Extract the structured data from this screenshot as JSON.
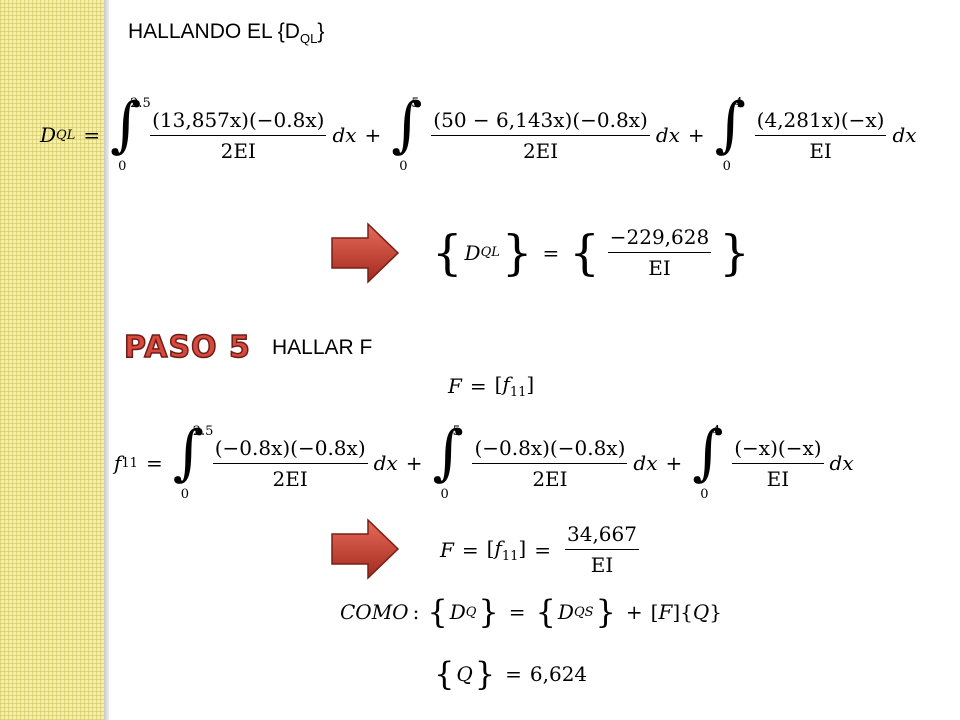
{
  "slide": {
    "heading_1_prefix": "HALLANDO EL {D",
    "heading_1_sub": "QL",
    "heading_1_suffix": "}",
    "eq1": {
      "lhs_var": "D",
      "lhs_sub": "QL",
      "equals": "=",
      "terms": [
        {
          "upper": "2.5",
          "lower": "0",
          "numerator": "(13,857x)(−0.8x)",
          "denominator": "2EI",
          "dx": "dx",
          "plus": "+"
        },
        {
          "upper": "5",
          "lower": "0",
          "numerator": "(50 − 6,143x)(−0.8x)",
          "denominator": "2EI",
          "dx": "dx",
          "plus": "+"
        },
        {
          "upper": "4",
          "lower": "0",
          "numerator": "(4,281x)(−x)",
          "denominator": "EI",
          "dx": "dx"
        }
      ]
    },
    "result1": {
      "lhs_var": "D",
      "lhs_sub": "QL",
      "equals": "=",
      "numerator": "−229,628",
      "denominator": "EI"
    },
    "paso_label": "PASO 5",
    "heading_2": "HALLAR F",
    "eq2": {
      "text_F": "F",
      "equals": "=",
      "bracket_var": "f",
      "bracket_sub": "11"
    },
    "eq3": {
      "lhs_var": "f",
      "lhs_sub": "11",
      "equals": "=",
      "terms": [
        {
          "upper": "2.5",
          "lower": "0",
          "numerator": "(−0.8x)(−0.8x)",
          "denominator": "2EI",
          "dx": "dx",
          "plus": "+"
        },
        {
          "upper": "5",
          "lower": "0",
          "numerator": "(−0.8x)(−0.8x)",
          "denominator": "2EI",
          "dx": "dx",
          "plus": "+"
        },
        {
          "upper": "4",
          "lower": "0",
          "numerator": "(−x)(−x)",
          "denominator": "EI",
          "dx": "dx"
        }
      ]
    },
    "result2": {
      "F": "F",
      "equals": "=",
      "bracket_var": "f",
      "bracket_sub": "11",
      "numerator": "34,667",
      "denominator": "EI"
    },
    "como": {
      "label": "COMO",
      "colon": ":",
      "D": "D",
      "D_sub": "Q",
      "equals": "=",
      "DQS": "D",
      "DQS_sub": "QS",
      "plus": "+",
      "F": "F",
      "Q": "Q"
    },
    "q_result": {
      "Q": "Q",
      "equals": "=",
      "value": "6,624"
    },
    "colors": {
      "sidebar": "#f6f0a2",
      "arrow": "#c0392b",
      "paso": "#d9483d"
    },
    "icons": [
      "right-arrow-icon",
      "right-arrow-icon"
    ]
  }
}
